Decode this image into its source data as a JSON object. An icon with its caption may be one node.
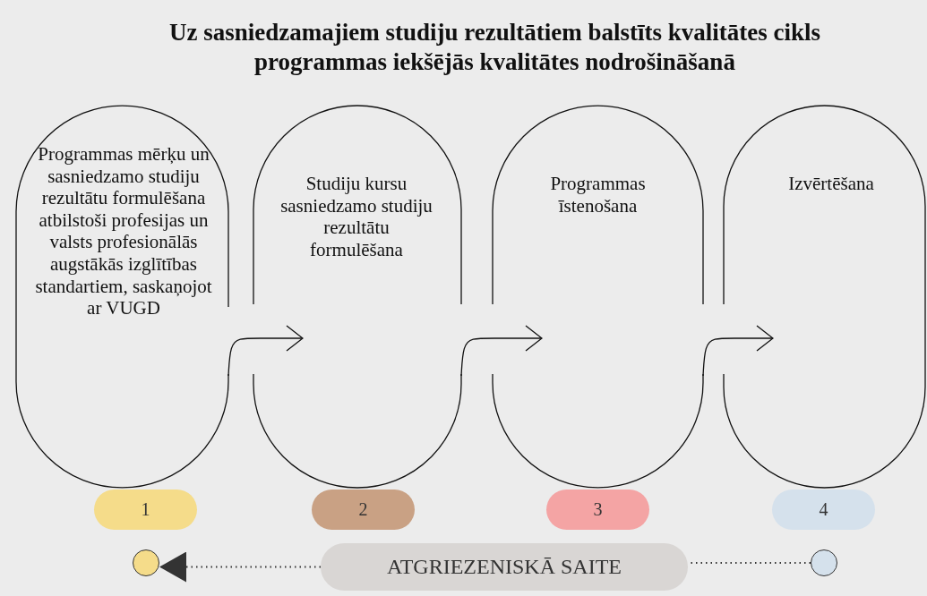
{
  "diagram": {
    "title": "Uz sasniedzamajiem studiju rezultātiem balstīts kvalitātes cikls programmas iekšējās kvalitātes nodrošināšanā",
    "nodes": [
      {
        "text": [
          "Programmas mērķu un sasniedzamo studiju rezultātu formulēšana atbilstoši profesijas un valsts profesionālās augstākās izglītības standartiem, saskaņojot ar VUGD"
        ]
      },
      {
        "text": [
          "Studiju kursu sasniedzamo studiju rezultātu formulēšana"
        ]
      },
      {
        "text": [
          "Programmas īstenošana"
        ]
      },
      {
        "text": [
          "Izvērtēšana"
        ]
      },
      {
        "text": [
          "1"
        ]
      },
      {
        "text": [
          "2"
        ]
      },
      {
        "text": [
          "3"
        ]
      },
      {
        "text": [
          "4"
        ]
      },
      {
        "text": [],
        "shape": "circle"
      },
      {
        "text": [
          "ATGRIEZENISKĀ SAITE"
        ]
      },
      {
        "text": [],
        "shape": "circle"
      }
    ],
    "edges": [
      {
        "from": 0,
        "to": 1,
        "arrow": "to"
      },
      {
        "from": 1,
        "to": 2,
        "arrow": "to"
      },
      {
        "from": 2,
        "to": 3,
        "arrow": "to"
      },
      {
        "from": 9,
        "to": 8,
        "arrow": "to",
        "style": "dashed"
      },
      {
        "from": 10,
        "to": 9,
        "arrow": "none",
        "style": "dashed"
      }
    ]
  }
}
